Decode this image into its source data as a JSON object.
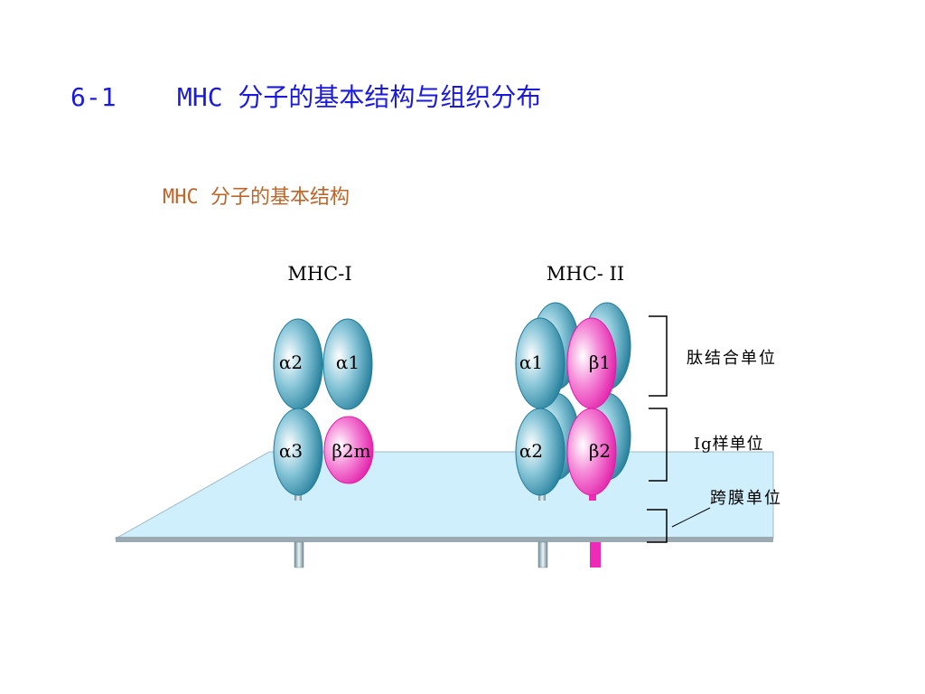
{
  "slide": {
    "title": "6-1    MHC 分子的基本结构与组织分布",
    "subtitle": "MHC 分子的基本结构"
  },
  "diagram": {
    "mhc1_label": "MHC-I",
    "mhc2_label": "MHC- II",
    "mhc1_domains": {
      "a2": "α2",
      "a1": "α1",
      "a3": "α3",
      "b2m": "β2m"
    },
    "mhc2_domains": {
      "a1": "α1",
      "b1": "β1",
      "a2": "α2",
      "b2": "β2"
    },
    "region_labels": {
      "peptide_binding": "肽结合单位",
      "ig_like": "Ig样单位",
      "transmembrane": "跨膜单位"
    }
  },
  "colors": {
    "title": "#1a1adf",
    "subtitle": "#c0652a",
    "alpha_domain": "#2f8aa5",
    "beta_domain": "#ee2bb8",
    "membrane": "#cdeefb"
  }
}
